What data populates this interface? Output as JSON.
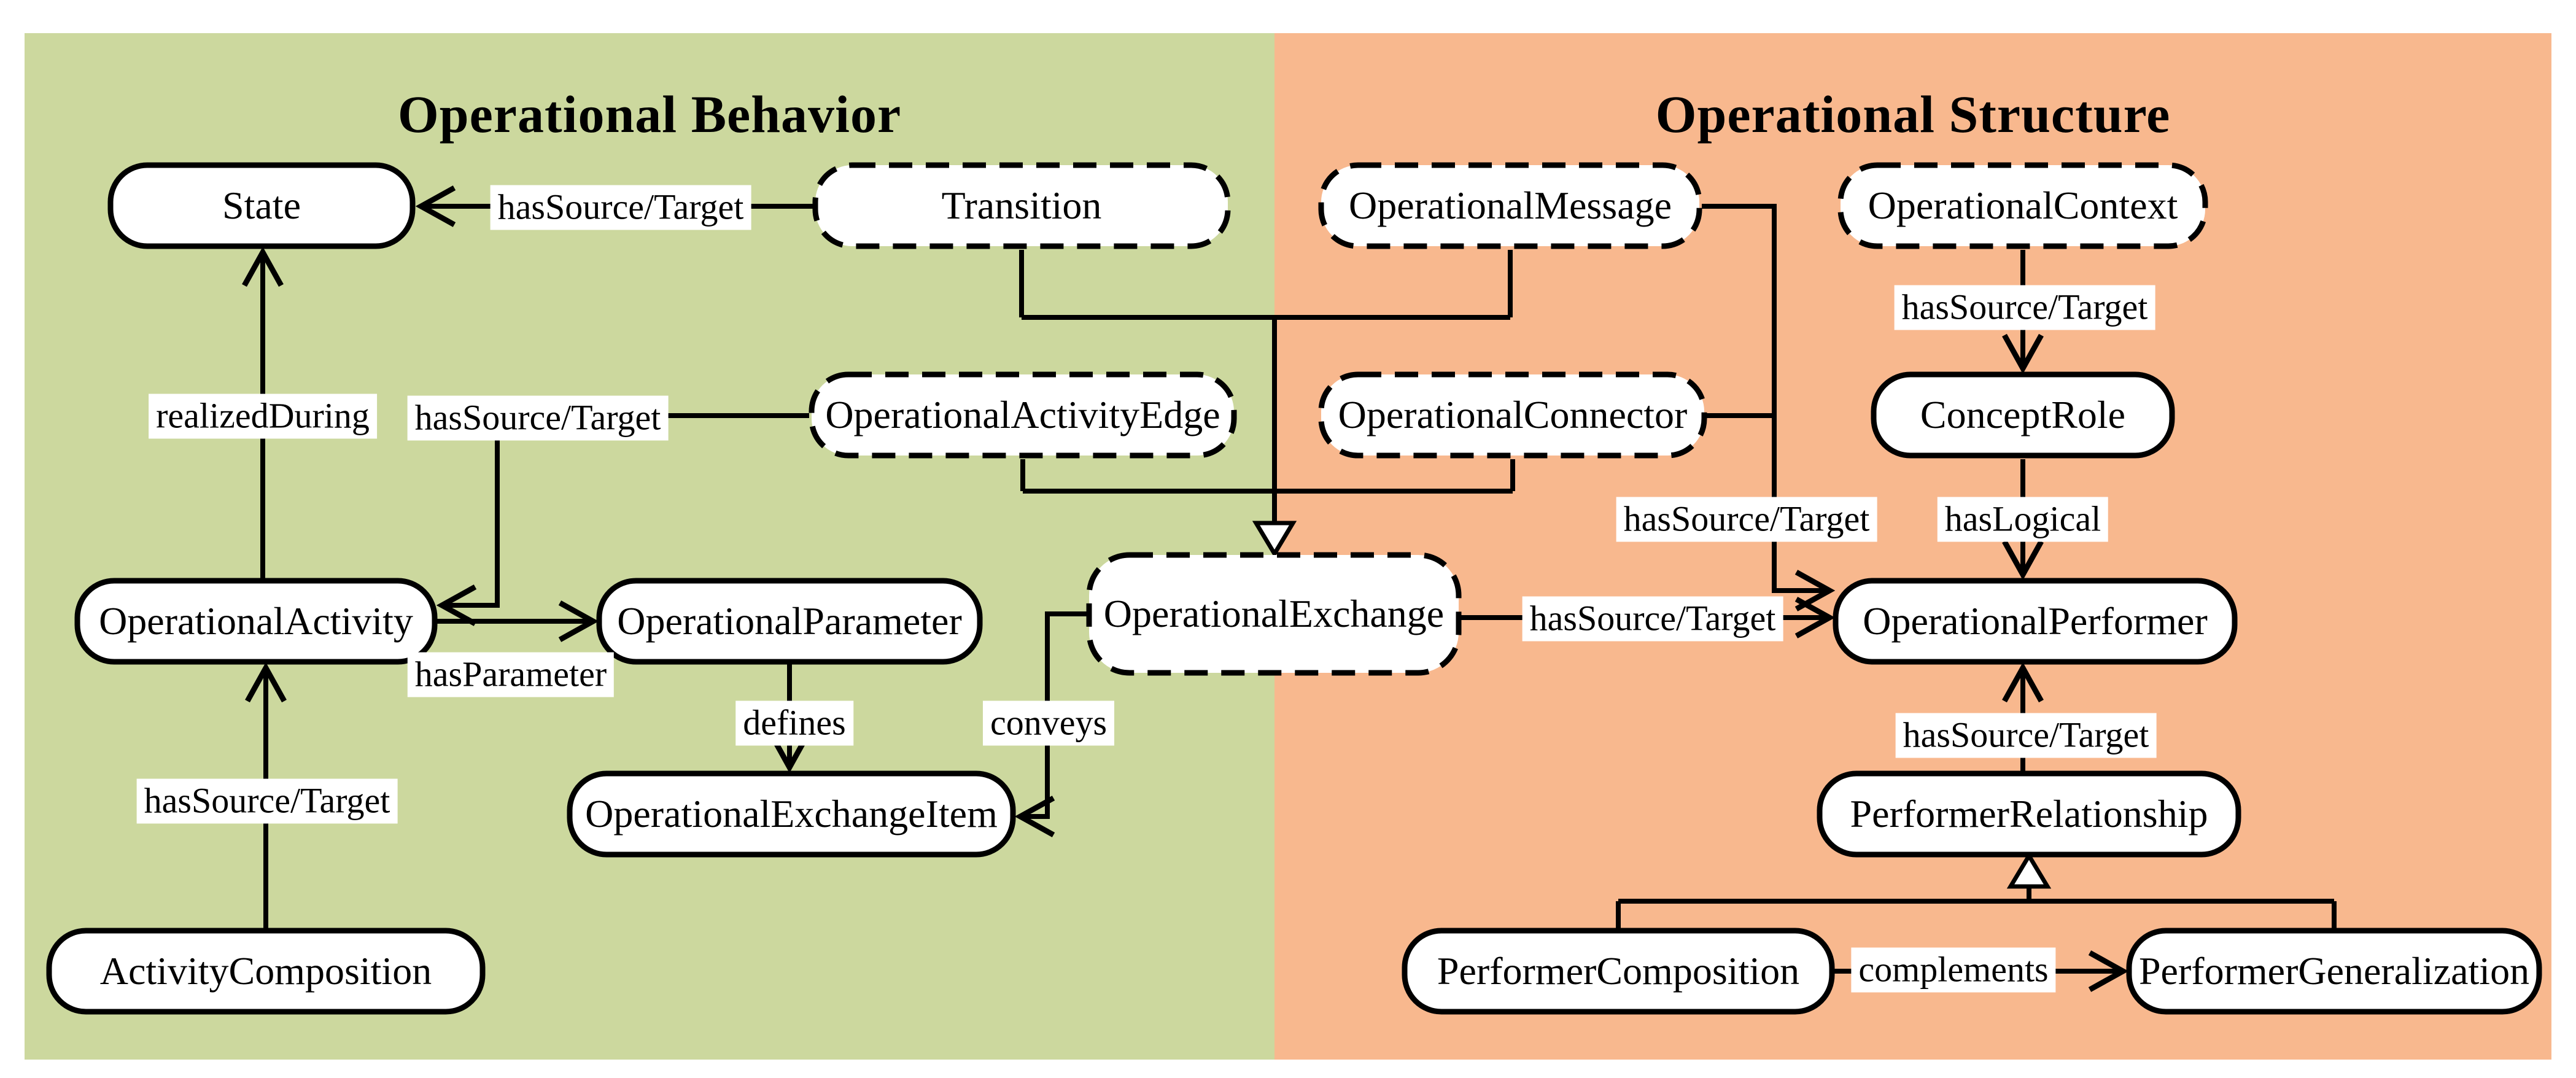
{
  "titles": {
    "left": "Operational Behavior",
    "right": "Operational Structure"
  },
  "colors": {
    "left_panel_green": "#ccd89e",
    "right_panel_orange": "#f8b88e",
    "node_fill": "#ffffff",
    "line": "#000000",
    "label_background": "#ffffff"
  },
  "nodes": {
    "state": {
      "label": "State",
      "border": "solid",
      "panel": "Operational Behavior"
    },
    "transition": {
      "label": "Transition",
      "border": "dashed",
      "panel": "Operational Behavior"
    },
    "operationalActivityEdge": {
      "label": "OperationalActivityEdge",
      "border": "dashed",
      "panel": "Operational Behavior"
    },
    "operationalActivity": {
      "label": "OperationalActivity",
      "border": "solid",
      "panel": "Operational Behavior"
    },
    "operationalParameter": {
      "label": "OperationalParameter",
      "border": "solid",
      "panel": "Operational Behavior"
    },
    "operationalExchangeItem": {
      "label": "OperationalExchangeItem",
      "border": "solid",
      "panel": "Operational Behavior"
    },
    "activityComposition": {
      "label": "ActivityComposition",
      "border": "solid",
      "panel": "Operational Behavior"
    },
    "operationalExchange": {
      "label": "OperationalExchange",
      "border": "dashed",
      "panel": "boundary"
    },
    "operationalMessage": {
      "label": "OperationalMessage",
      "border": "dashed",
      "panel": "Operational Structure"
    },
    "operationalConnector": {
      "label": "OperationalConnector",
      "border": "dashed",
      "panel": "Operational Structure"
    },
    "operationalContext": {
      "label": "OperationalContext",
      "border": "dashed",
      "panel": "Operational Structure"
    },
    "conceptRole": {
      "label": "ConceptRole",
      "border": "solid",
      "panel": "Operational Structure"
    },
    "operationalPerformer": {
      "label": "OperationalPerformer",
      "border": "solid",
      "panel": "Operational Structure"
    },
    "performerRelationship": {
      "label": "PerformerRelationship",
      "border": "solid",
      "panel": "Operational Structure"
    },
    "performerComposition": {
      "label": "PerformerComposition",
      "border": "solid",
      "panel": "Operational Structure"
    },
    "performerGeneralization": {
      "label": "PerformerGeneralization",
      "border": "solid",
      "panel": "Operational Structure"
    }
  },
  "edges": {
    "src_trans_state": {
      "label": "hasSource/Target",
      "from": "Transition",
      "to": "State"
    },
    "realized_during": {
      "label": "realizedDuring",
      "from": "OperationalActivity",
      "to": "State"
    },
    "src_edge_activity": {
      "label": "hasSource/Target",
      "from": "OperationalActivityEdge",
      "to": "OperationalActivity"
    },
    "has_parameter": {
      "label": "hasParameter",
      "from": "OperationalActivity",
      "to": "OperationalParameter"
    },
    "defines": {
      "label": "defines",
      "from": "OperationalParameter",
      "to": "OperationalExchangeItem"
    },
    "conveys": {
      "label": "conveys",
      "from": "OperationalExchange",
      "to": "OperationalExchangeItem"
    },
    "src_composition_activity": {
      "label": "hasSource/Target",
      "from": "ActivityComposition",
      "to": "OperationalActivity"
    },
    "src_exchange_performer": {
      "label": "hasSource/Target",
      "from": "OperationalExchange",
      "to": "OperationalPerformer"
    },
    "src_msgconn_performer": {
      "label": "hasSource/Target",
      "from": "OperationalMessage / OperationalConnector",
      "to": "OperationalPerformer"
    },
    "src_context_role": {
      "label": "hasSource/Target",
      "from": "OperationalContext",
      "to": "ConceptRole"
    },
    "has_logical": {
      "label": "hasLogical",
      "from": "ConceptRole",
      "to": "OperationalPerformer"
    },
    "src_rel_performer": {
      "label": "hasSource/Target",
      "from": "PerformerRelationship",
      "to": "OperationalPerformer"
    },
    "complements": {
      "label": "complements",
      "from": "PerformerComposition",
      "to": "PerformerGeneralization"
    }
  },
  "generalizations": [
    {
      "from": "Transition",
      "to": "OperationalExchange"
    },
    {
      "from": "OperationalMessage",
      "to": "OperationalExchange"
    },
    {
      "from": "OperationalActivityEdge",
      "to": "OperationalExchange"
    },
    {
      "from": "OperationalConnector",
      "to": "OperationalExchange"
    },
    {
      "from": "PerformerComposition",
      "to": "PerformerRelationship"
    },
    {
      "from": "PerformerGeneralization",
      "to": "PerformerRelationship"
    }
  ]
}
